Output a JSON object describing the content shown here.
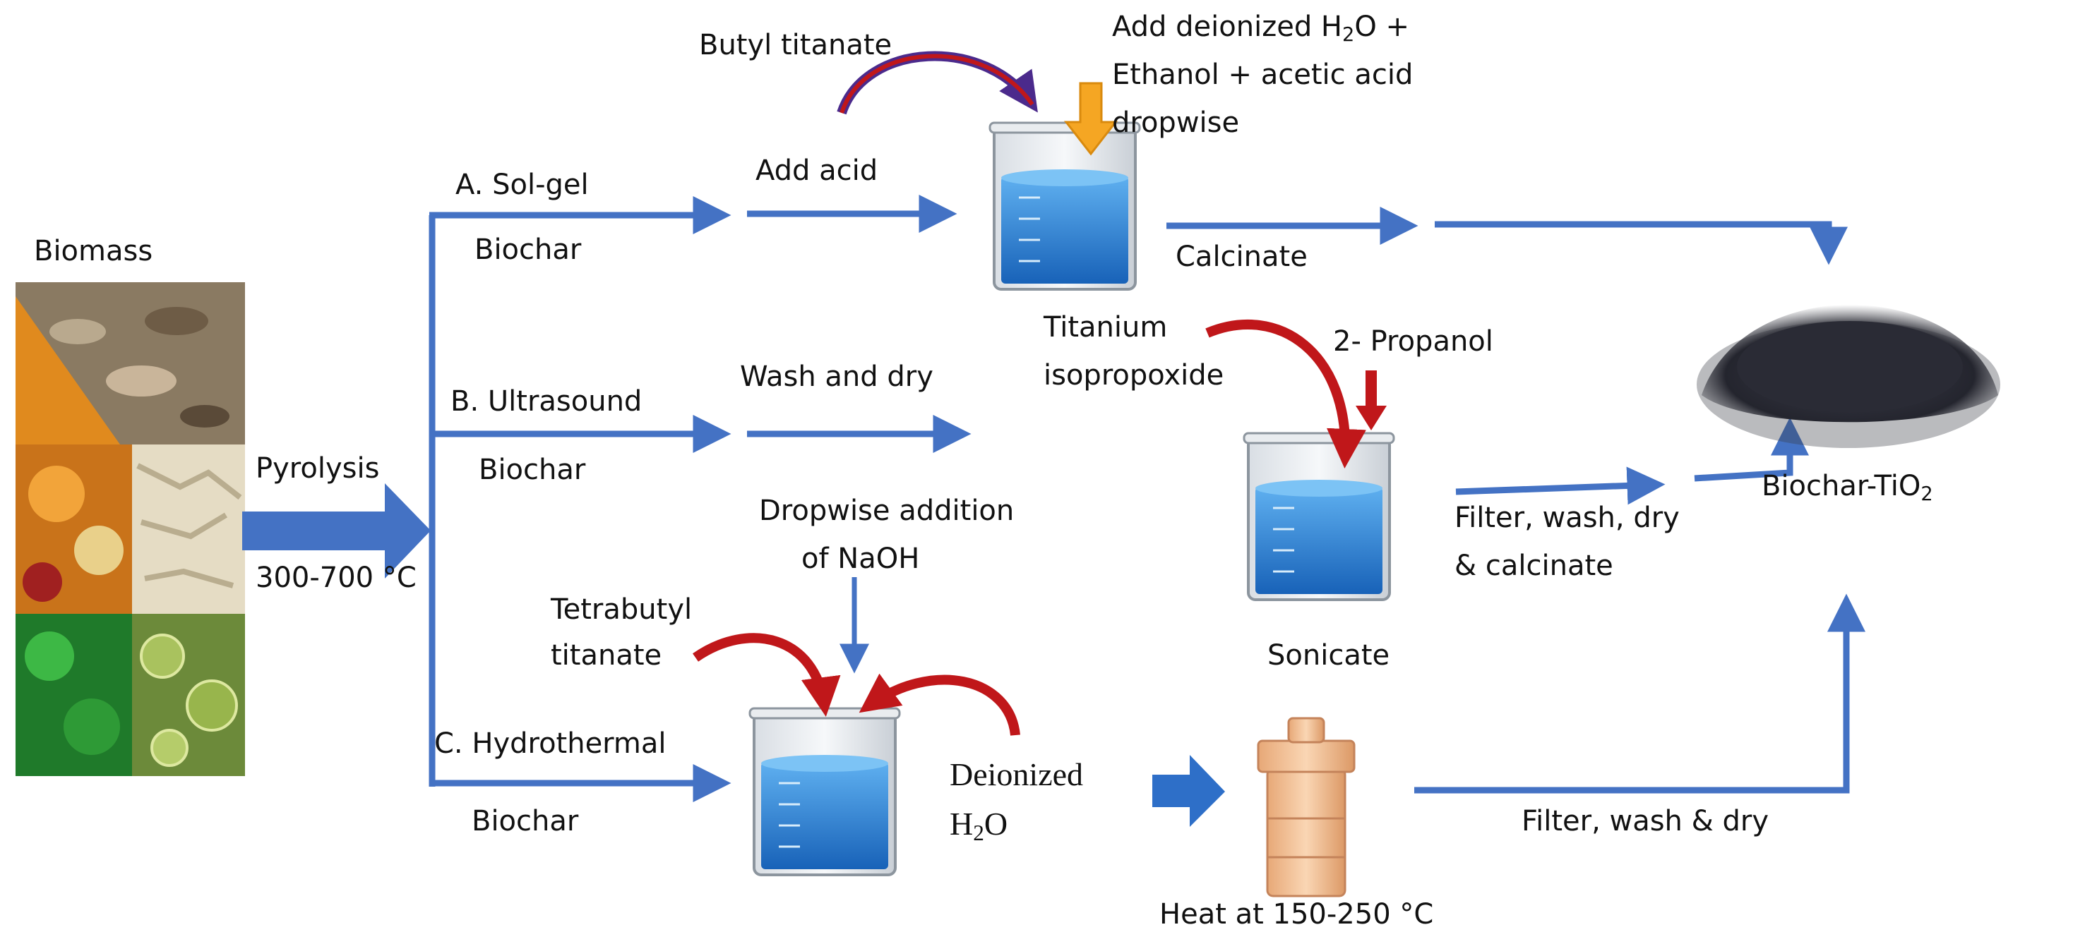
{
  "colors": {
    "arrow_blue": "#4472C4",
    "curved_red": "#C0171A",
    "curved_purple": "#4B2A8C",
    "orange_drop": "#F5A623",
    "beaker_liquid": "#2E86D8",
    "vessel_peach": "#F2C29A",
    "powder": "#2A2A33"
  },
  "labels": {
    "biomass": "Biomass",
    "pyrolysis": "Pyrolysis",
    "temp_range": "300-700 °C",
    "route_a": "A. Sol-gel",
    "route_b": "B. Ultrasound",
    "route_c": "C. Hydrothermal",
    "biochar_a": "Biochar",
    "biochar_b": "Biochar",
    "biochar_c": "Biochar",
    "butyl_titanate": "Butyl titanate",
    "add_water_1": "Add deionized H",
    "add_water_sub": "2",
    "add_water_2": "O +",
    "add_water_line2": "Ethanol + acetic acid",
    "add_water_line3": "dropwise",
    "add_acid": "Add acid",
    "calcinate": "Calcinate",
    "wash_dry": "Wash and dry",
    "titanium_1": "Titanium",
    "titanium_2": "isopropoxide",
    "propanol": "2- Propanol",
    "sonicate": "Sonicate",
    "filter_calcinate_1": "Filter, wash, dry",
    "filter_calcinate_2": "& calcinate",
    "dropwise_naoh_1": "Dropwise addition",
    "dropwise_naoh_2": "of NaOH",
    "tetrabutyl_1": "Tetrabutyl",
    "tetrabutyl_2": "titanate",
    "deionized": "Deionized",
    "h2o_h": "H",
    "h2o_sub": "2",
    "h2o_o": "O",
    "heat": "Heat at 150-250 °C",
    "filter_wash_dry": "Filter, wash & dry",
    "product_main": "Biochar-TiO",
    "product_sub": "2"
  },
  "icons": [
    "biomass-photo-collage",
    "beaker-icon",
    "autoclave-icon",
    "biochar-tio2-powder-icon"
  ]
}
